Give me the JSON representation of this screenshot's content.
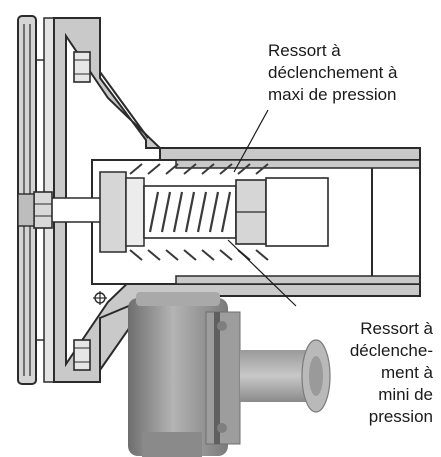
{
  "labels": {
    "max_pressure_spring": [
      "Ressort à",
      "déclenchement à",
      "maxi de pression"
    ],
    "min_pressure_spring": [
      "Ressort à",
      "déclenche-",
      "ment à",
      "mini de",
      "pression"
    ]
  },
  "colors": {
    "housing_fill": "#c9c9c9",
    "housing_stroke": "#2b2b2b",
    "spring": "#3a3a3a",
    "photo_body": "#8f8f8f"
  }
}
